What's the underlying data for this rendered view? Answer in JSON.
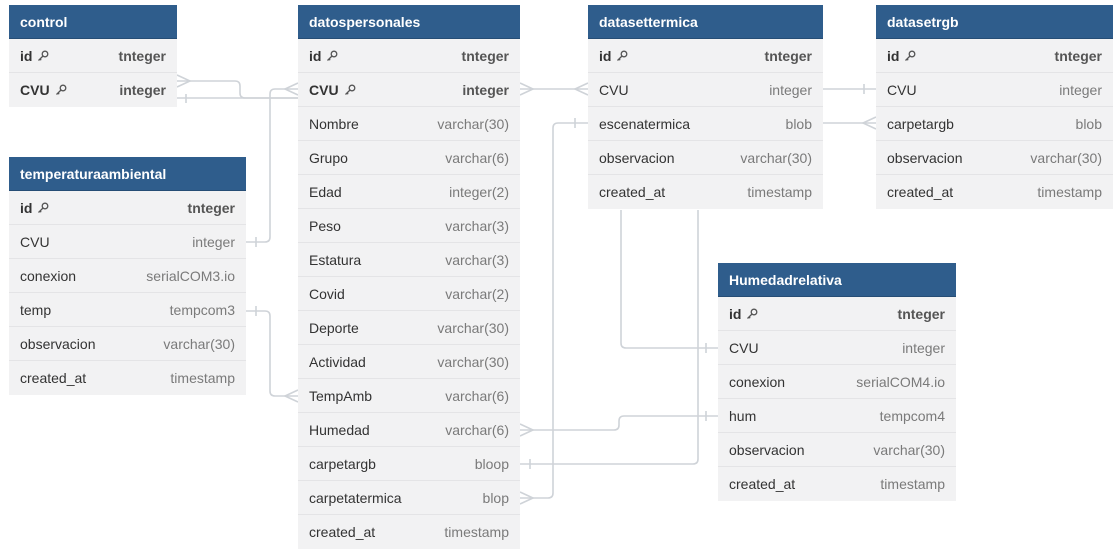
{
  "tables": {
    "control": {
      "name": "control",
      "fields": [
        {
          "name": "id",
          "type": "tnteger"
        },
        {
          "name": "CVU",
          "type": "integer"
        }
      ]
    },
    "temperaturaambiental": {
      "name": "temperaturaambiental",
      "fields": [
        {
          "name": "id",
          "type": "tnteger"
        },
        {
          "name": "CVU",
          "type": "integer"
        },
        {
          "name": "conexion",
          "type": "serialCOM3.io"
        },
        {
          "name": "temp",
          "type": "tempcom3"
        },
        {
          "name": "observacion",
          "type": "varchar(30)"
        },
        {
          "name": "created_at",
          "type": "timestamp"
        }
      ]
    },
    "datospersonales": {
      "name": "datospersonales",
      "fields": [
        {
          "name": "id",
          "type": "tnteger"
        },
        {
          "name": "CVU",
          "type": "integer"
        },
        {
          "name": "Nombre",
          "type": "varchar(30)"
        },
        {
          "name": "Grupo",
          "type": "varchar(6)"
        },
        {
          "name": "Edad",
          "type": "integer(2)"
        },
        {
          "name": "Peso",
          "type": "varchar(3)"
        },
        {
          "name": "Estatura",
          "type": "varchar(3)"
        },
        {
          "name": "Covid",
          "type": "varchar(2)"
        },
        {
          "name": "Deporte",
          "type": "varchar(30)"
        },
        {
          "name": "Actividad",
          "type": "varchar(30)"
        },
        {
          "name": "TempAmb",
          "type": "varchar(6)"
        },
        {
          "name": "Humedad",
          "type": "varchar(6)"
        },
        {
          "name": "carpetargb",
          "type": "bloop"
        },
        {
          "name": "carpetatermica",
          "type": "blop"
        },
        {
          "name": "created_at",
          "type": "timestamp"
        }
      ]
    },
    "datasettermica": {
      "name": "datasettermica",
      "fields": [
        {
          "name": "id",
          "type": "tnteger"
        },
        {
          "name": "CVU",
          "type": "integer"
        },
        {
          "name": "escenatermica",
          "type": "blob"
        },
        {
          "name": "observacion",
          "type": "varchar(30)"
        },
        {
          "name": "created_at",
          "type": "timestamp"
        }
      ]
    },
    "datasetrgb": {
      "name": "datasetrgb",
      "fields": [
        {
          "name": "id",
          "type": "tnteger"
        },
        {
          "name": "CVU",
          "type": "integer"
        },
        {
          "name": "carpetargb",
          "type": "blob"
        },
        {
          "name": "observacion",
          "type": "varchar(30)"
        },
        {
          "name": "created_at",
          "type": "timestamp"
        }
      ]
    },
    "humedadrelativa": {
      "name": "Humedadrelativa",
      "fields": [
        {
          "name": "id",
          "type": "tnteger"
        },
        {
          "name": "CVU",
          "type": "integer"
        },
        {
          "name": "conexion",
          "type": "serialCOM4.io"
        },
        {
          "name": "hum",
          "type": "tempcom4"
        },
        {
          "name": "observacion",
          "type": "varchar(30)"
        },
        {
          "name": "created_at",
          "type": "timestamp"
        }
      ]
    }
  },
  "colors": {
    "header": "#2f5d8c",
    "body": "#f2f2f3",
    "connector": "#cfd3d8"
  }
}
